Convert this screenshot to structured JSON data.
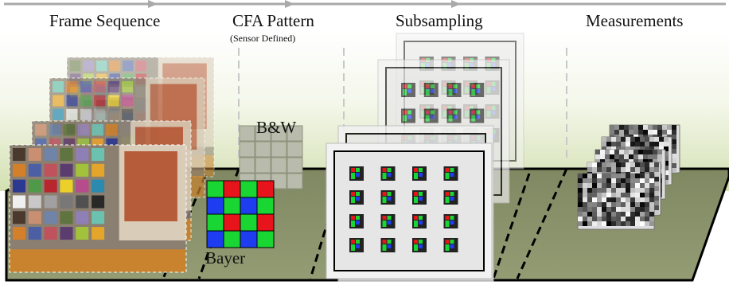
{
  "stages": {
    "frame_sequence": "Frame Sequence",
    "cfa_pattern": "CFA Pattern",
    "cfa_note": "(Sensor Defined)",
    "subsampling": "Subsampling",
    "measurements": "Measurements"
  },
  "cfa_options": {
    "bw": "B&W",
    "bayer": "Bayer"
  },
  "colors": {
    "floor": "#8c946c",
    "backdrop_green": "#dfe8c6",
    "bayer_red": "#e8141c",
    "bayer_green": "#19d632",
    "bayer_blue": "#1e3cf0",
    "bw_cell": "#b9bcac"
  }
}
